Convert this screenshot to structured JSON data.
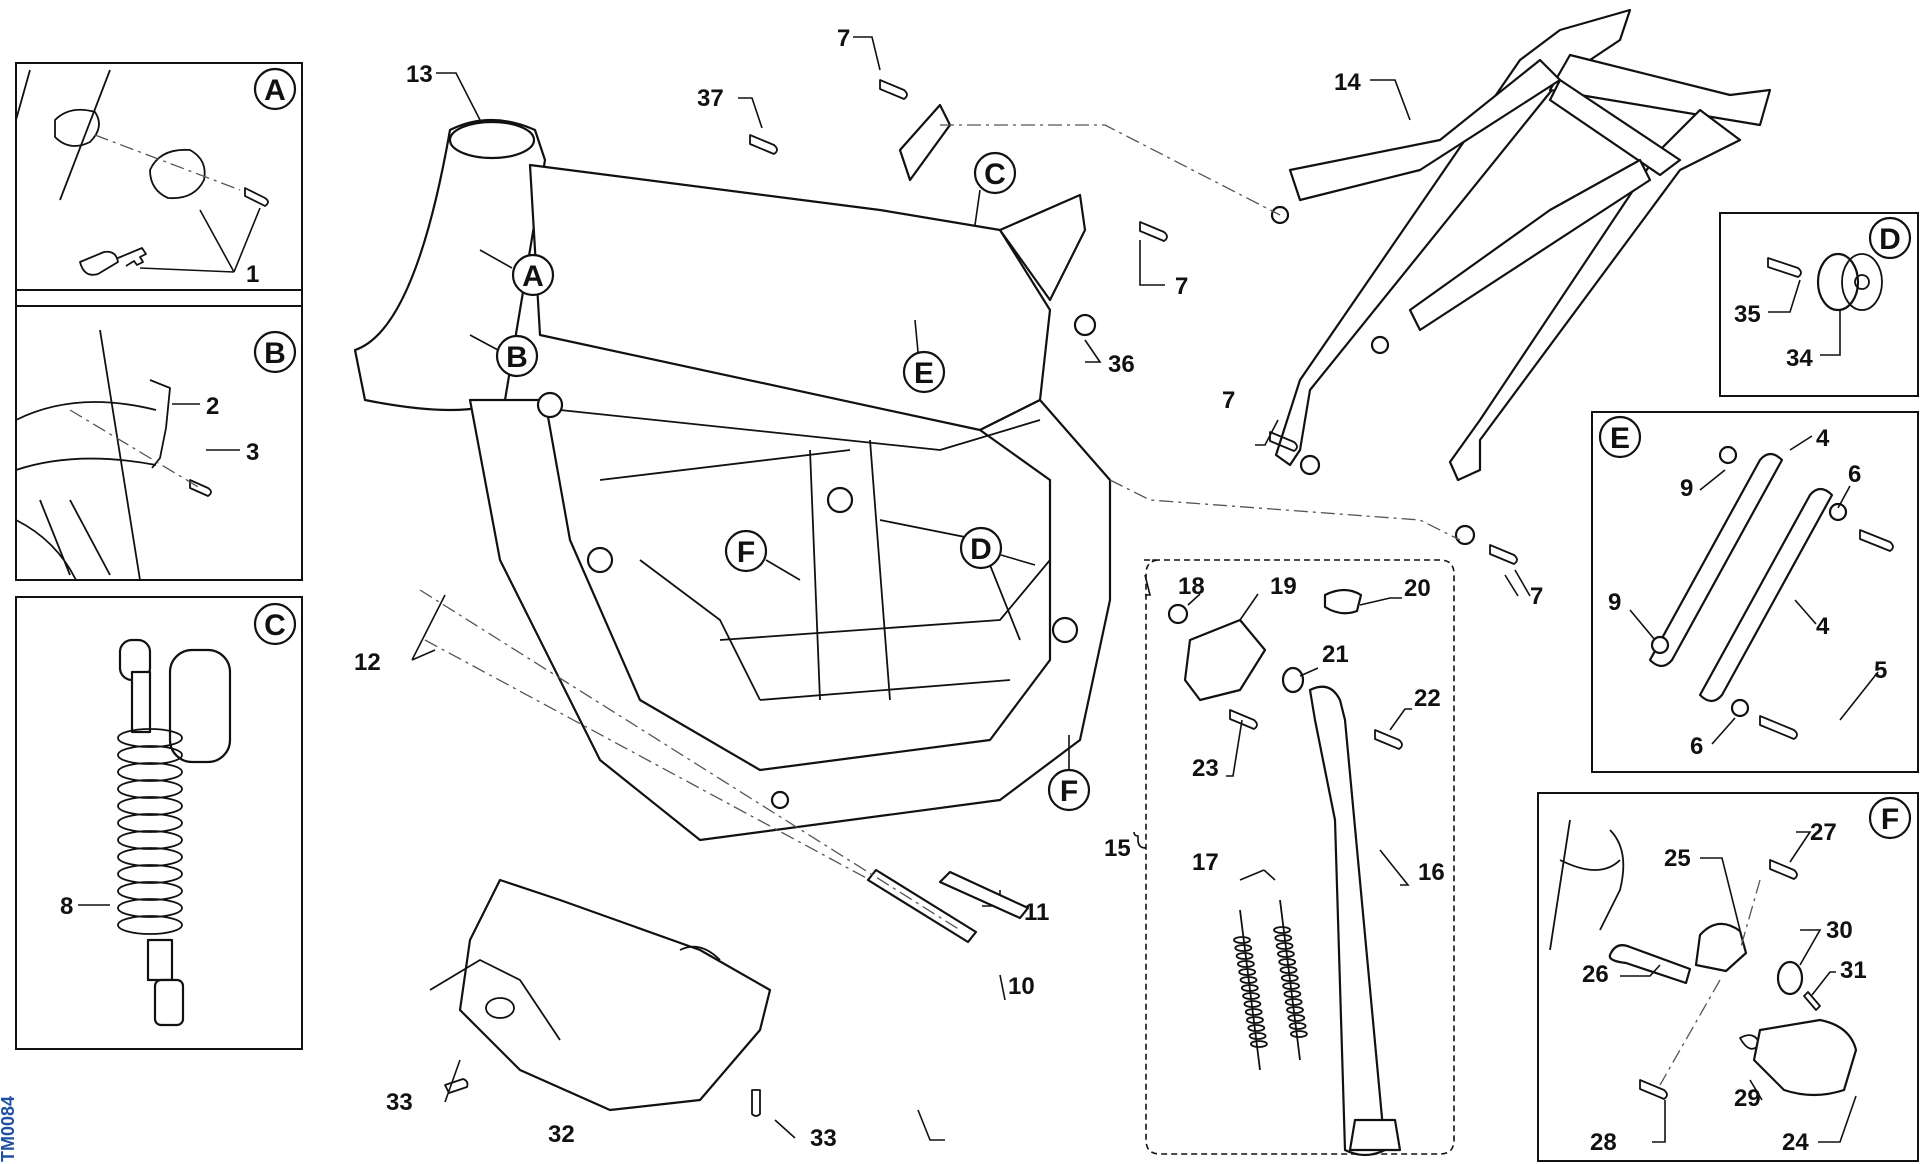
{
  "figure_code": "TM0084",
  "detail_views": {
    "A": {
      "letter": "A",
      "parts": [
        "1"
      ]
    },
    "B": {
      "letter": "B",
      "parts": [
        "2",
        "3"
      ]
    },
    "C": {
      "letter": "C",
      "parts": [
        "8"
      ]
    },
    "D": {
      "letter": "D",
      "parts": [
        "35",
        "34"
      ]
    },
    "E": {
      "letter": "E",
      "parts": [
        "4",
        "9",
        "6",
        "4",
        "9",
        "5",
        "6"
      ]
    },
    "F": {
      "letter": "F",
      "parts": [
        "25",
        "27",
        "30",
        "26",
        "31",
        "29",
        "28",
        "24"
      ]
    }
  },
  "frame_callouts": [
    "A",
    "B",
    "C",
    "E",
    "F",
    "D",
    "F"
  ],
  "main_labels": [
    "13",
    "7",
    "37",
    "7",
    "36",
    "14",
    "7",
    "7",
    "12",
    "11",
    "10",
    "32",
    "33",
    "33"
  ],
  "stand_group": {
    "label": "15",
    "parts": [
      "18",
      "19",
      "20",
      "21",
      "22",
      "23",
      "17",
      "16"
    ]
  }
}
